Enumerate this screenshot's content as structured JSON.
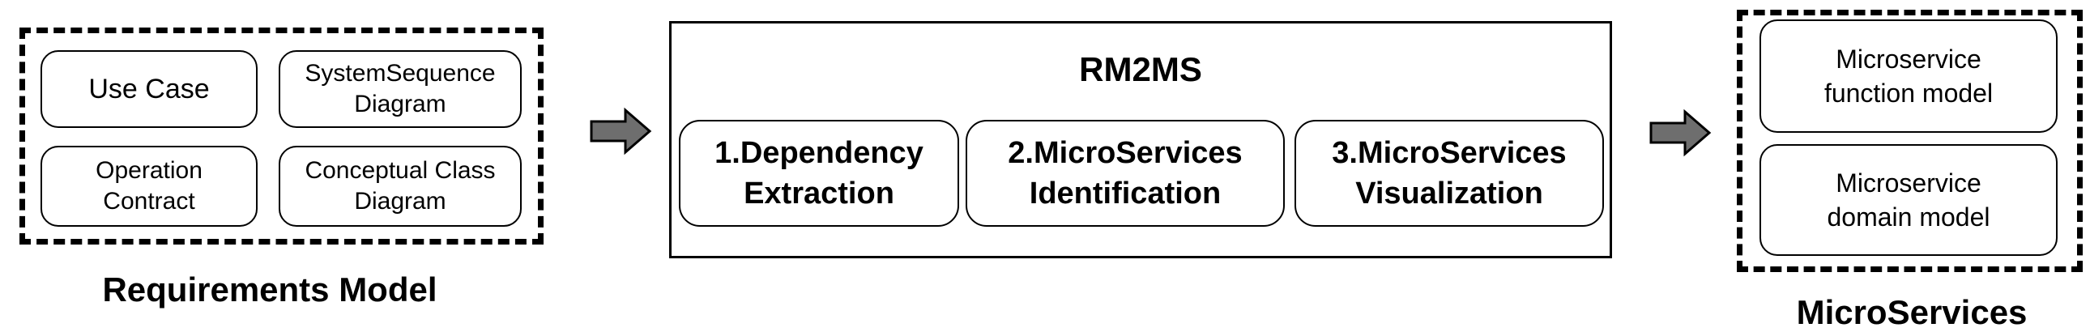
{
  "requirements": {
    "label": "Requirements Model",
    "items": [
      {
        "label": "Use Case"
      },
      {
        "label": "SystemSequence\nDiagram"
      },
      {
        "label": "Operation\nContract"
      },
      {
        "label": "Conceptual Class\nDiagram"
      }
    ]
  },
  "rm2ms": {
    "title": "RM2MS",
    "steps": [
      {
        "label": "1.Dependency\nExtraction"
      },
      {
        "label": "2.MicroServices\nIdentification"
      },
      {
        "label": "3.MicroServices\nVisualization"
      }
    ]
  },
  "microservices": {
    "label": "MicroServices",
    "items": [
      {
        "label": "Microservice\nfunction model"
      },
      {
        "label": "Microservice\ndomain model"
      }
    ]
  },
  "colors": {
    "arrow_fill": "#6e6e6e",
    "stroke": "#000000"
  }
}
